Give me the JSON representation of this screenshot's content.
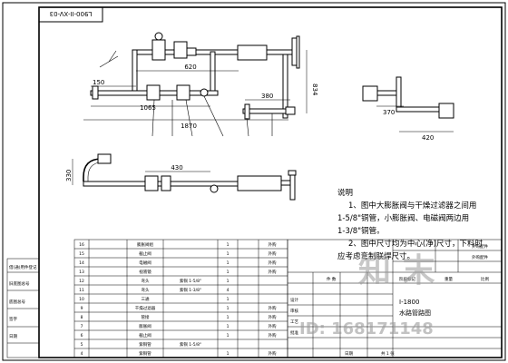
{
  "drawing_number": "L900-II-XV-03",
  "dimensions": {
    "d620": "620",
    "d150": "150",
    "d834": "834",
    "d380": "380",
    "d1065": "1065",
    "d1870": "1870",
    "d370": "370",
    "d420": "420",
    "d330": "330",
    "d430": "430"
  },
  "notes": {
    "heading": "说明",
    "line1": "1、图中大膨胀阀与干燥过滤器之间用",
    "line2": "1-5/8\"铜管，小膨胀阀、电磁阀两边用",
    "line3": "1-3/8\"铜管。",
    "line4": "2、图中尺寸均为中心(净)尺寸，下料时",
    "line5": "应考虑弯制联焊尺寸。"
  },
  "parts_table": {
    "rows": [
      {
        "no": "16",
        "code": "",
        "name": "膨胀阀组",
        "spec": "",
        "qty": "1",
        "note": "外购"
      },
      {
        "no": "15",
        "code": "",
        "name": "截止阀",
        "spec": "",
        "qty": "1",
        "note": "外购"
      },
      {
        "no": "14",
        "code": "",
        "name": "电磁阀",
        "spec": "",
        "qty": "1",
        "note": "外购"
      },
      {
        "no": "13",
        "code": "",
        "name": "视液镜",
        "spec": "",
        "qty": "1",
        "note": "外购"
      },
      {
        "no": "12",
        "code": "",
        "name": "弯头",
        "spec": "紫铜 1-5/8\"",
        "qty": "1",
        "note": ""
      },
      {
        "no": "11",
        "code": "",
        "name": "弯头",
        "spec": "紫铜 1-3/8\"",
        "qty": "4",
        "note": ""
      },
      {
        "no": "10",
        "code": "",
        "name": "三通",
        "spec": "",
        "qty": "1",
        "note": ""
      },
      {
        "no": "9",
        "code": "",
        "name": "干燥过滤器",
        "spec": "",
        "qty": "1",
        "note": "外购"
      },
      {
        "no": "8",
        "code": "",
        "name": "管接",
        "spec": "",
        "qty": "1",
        "note": "外购"
      },
      {
        "no": "7",
        "code": "",
        "name": "膨胀阀",
        "spec": "",
        "qty": "1",
        "note": "外购"
      },
      {
        "no": "6",
        "code": "",
        "name": "截止阀",
        "spec": "",
        "qty": "1",
        "note": "外购"
      },
      {
        "no": "5",
        "code": "",
        "name": "紫铜管",
        "spec": "紫铜 1-5/8\"",
        "qty": "",
        "note": ""
      },
      {
        "no": "4",
        "code": "",
        "name": "紫铜管",
        "spec": "",
        "qty": "1",
        "note": "外购"
      }
    ]
  },
  "title_block": {
    "product": "I-1800",
    "title": "水路管路图",
    "stage": "阶段标记",
    "weight": "重量",
    "scale": "比例",
    "sheets": "共 1 张",
    "count_label": "件 数",
    "date_label": "日期",
    "designer": "设计",
    "checker": "审核",
    "process": "工艺",
    "approve": "批准",
    "outsource1": "外购配件",
    "outsource2": "外购配件"
  },
  "left_panel": {
    "r1": "借(通)用件登记",
    "r2": "旧底图总号",
    "r3": "底图总号",
    "r4": "签字",
    "r5": "日期"
  },
  "watermark": {
    "logo": "知 末",
    "id_text": "ID: 168171148"
  }
}
